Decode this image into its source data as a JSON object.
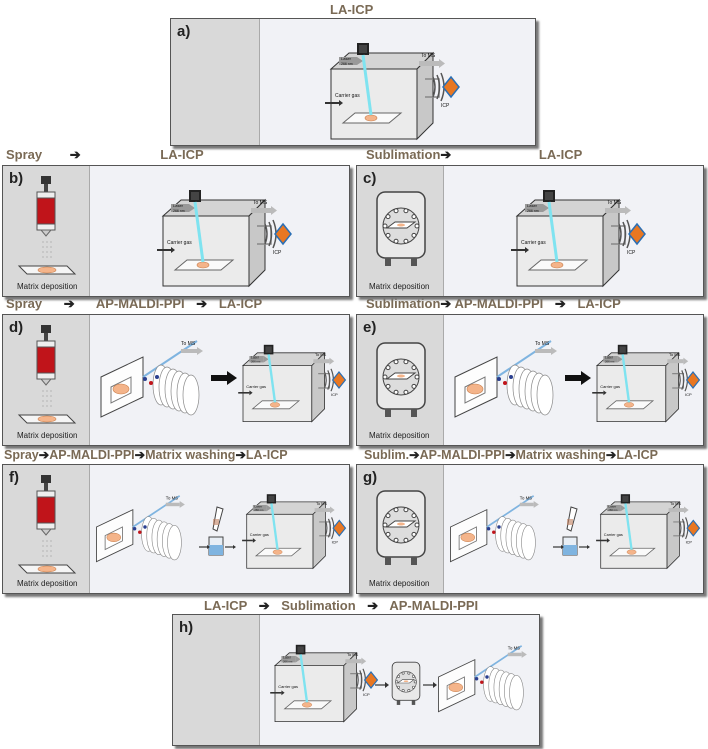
{
  "panels": [
    {
      "label": "a)",
      "title": "LA-ICP"
    },
    {
      "label": "b)",
      "title_parts": [
        "Spray",
        "LA-ICP"
      ],
      "left_caption": "Matrix deposition"
    },
    {
      "label": "c)",
      "title_parts": [
        "Sublimation",
        "LA-ICP"
      ],
      "left_caption": "Matrix deposition"
    },
    {
      "label": "d)",
      "title_parts": [
        "Spray",
        "AP-MALDI-PPI",
        "LA-ICP"
      ],
      "left_caption": "Matrix deposition"
    },
    {
      "label": "e)",
      "title_parts": [
        "Sublimation",
        "AP-MALDI-PPI",
        "LA-ICP"
      ],
      "left_caption": "Matrix deposition"
    },
    {
      "label": "f)",
      "title_parts": [
        "Spray",
        "AP-MALDI-PPI",
        "Matrix washing",
        "LA-ICP"
      ],
      "left_caption": "Matrix deposition"
    },
    {
      "label": "g)",
      "title_parts": [
        "Sublim.",
        "AP-MALDI-PPI",
        "Matrix washing",
        "LA-ICP"
      ],
      "left_caption": "Matrix deposition"
    },
    {
      "label": "h)",
      "title_parts": [
        "LA-ICP",
        "Sublimation",
        "AP-MALDI-PPI"
      ]
    }
  ],
  "chamber": {
    "laser": "Laser",
    "wavelength": "266 nm",
    "carrier_gas": "Carrier gas",
    "to_ms": "To MS",
    "icp": "ICP"
  },
  "colors": {
    "title": "#7a6a55",
    "panel_bg": "#f1f2f6",
    "left_bg": "#d9d9d9",
    "laser": "#7fe3f0",
    "icp": "#e87722",
    "sample": "#f4b48a"
  }
}
